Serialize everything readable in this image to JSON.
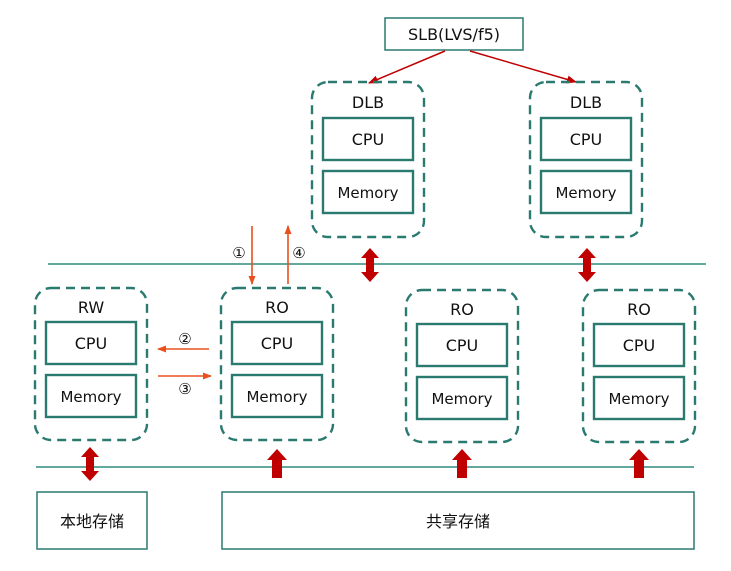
{
  "slb": {
    "label": "SLB(LVS/f5)"
  },
  "nodes": [
    {
      "id": "dlb1",
      "title": "DLB",
      "cpu": "CPU",
      "memory": "Memory"
    },
    {
      "id": "dlb2",
      "title": "DLB",
      "cpu": "CPU",
      "memory": "Memory"
    },
    {
      "id": "rw",
      "title": "RW",
      "cpu": "CPU",
      "memory": "Memory"
    },
    {
      "id": "ro1",
      "title": "RO",
      "cpu": "CPU",
      "memory": "Memory"
    },
    {
      "id": "ro2",
      "title": "RO",
      "cpu": "CPU",
      "memory": "Memory"
    },
    {
      "id": "ro3",
      "title": "RO",
      "cpu": "CPU",
      "memory": "Memory"
    }
  ],
  "storage": {
    "local": "本地存储",
    "shared": "共享存储"
  },
  "steps": [
    "①",
    "②",
    "③",
    "④"
  ],
  "colors": {
    "teal": "#2e8b7e",
    "node_border": "#2a7a70",
    "red_arrow": "#c00000",
    "orange_arrow": "#e8501e",
    "slb_border": "#2a7a70"
  }
}
